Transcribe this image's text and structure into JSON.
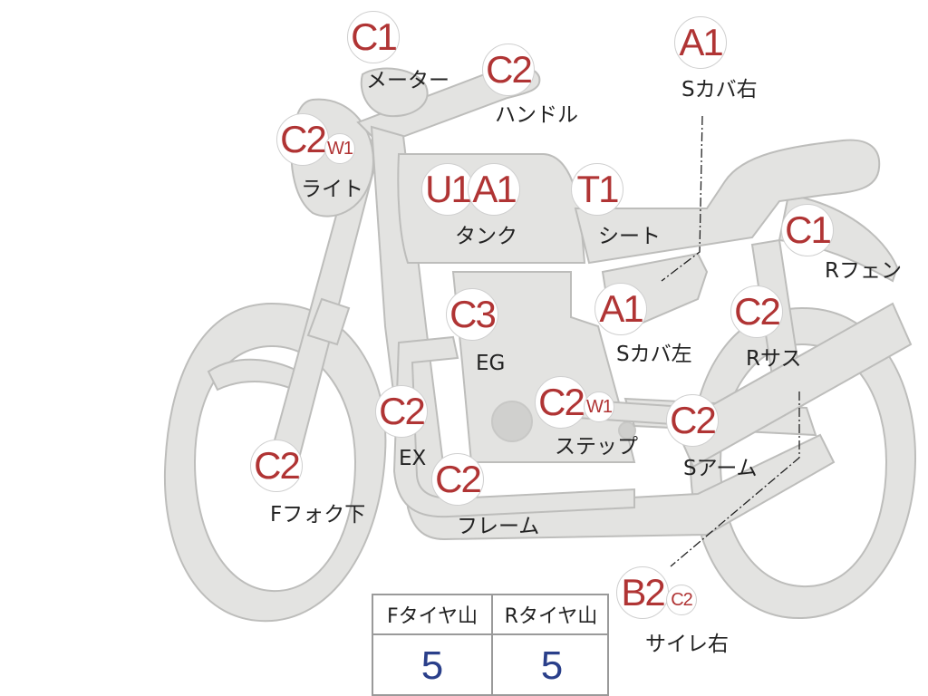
{
  "parts": [
    {
      "id": "meter",
      "label": "メーター",
      "codes": [
        "C1"
      ]
    },
    {
      "id": "handle",
      "label": "ハンドル",
      "codes": [
        "C2"
      ]
    },
    {
      "id": "side-cover-right",
      "label": "Sカバ右",
      "codes": [
        "A1"
      ]
    },
    {
      "id": "light",
      "label": "ライト",
      "codes": [
        "C2",
        "W1"
      ]
    },
    {
      "id": "tank",
      "label": "タンク",
      "codes": [
        "U1",
        "A1"
      ]
    },
    {
      "id": "seat",
      "label": "シート",
      "codes": [
        "T1"
      ]
    },
    {
      "id": "rear-fender",
      "label": "Rフェン",
      "codes": [
        "C1"
      ]
    },
    {
      "id": "engine",
      "label": "EG",
      "codes": [
        "C3"
      ]
    },
    {
      "id": "side-cover-left",
      "label": "Sカバ左",
      "codes": [
        "A1"
      ]
    },
    {
      "id": "rear-suspension",
      "label": "Rサス",
      "codes": [
        "C2"
      ]
    },
    {
      "id": "exhaust",
      "label": "EX",
      "codes": [
        "C2"
      ]
    },
    {
      "id": "step",
      "label": "ステップ",
      "codes": [
        "C2",
        "W1"
      ]
    },
    {
      "id": "swing-arm",
      "label": "Sアーム",
      "codes": [
        "C2"
      ]
    },
    {
      "id": "front-fork-lower",
      "label": "Fフォク下",
      "codes": [
        "C2"
      ]
    },
    {
      "id": "frame",
      "label": "フレーム",
      "codes": [
        "C2"
      ]
    },
    {
      "id": "silencer-right",
      "label": "サイレ右",
      "codes": [
        "B2",
        "C2"
      ]
    }
  ],
  "tire_table": {
    "headers": [
      "Fタイヤ山",
      "Rタイヤ山"
    ],
    "values": [
      "5",
      "5"
    ]
  },
  "colors": {
    "bike_fill": "#e3e3e1",
    "bike_stroke": "#bdbdbb",
    "code_text": "#b03434",
    "table_value": "#2a3f8a"
  }
}
